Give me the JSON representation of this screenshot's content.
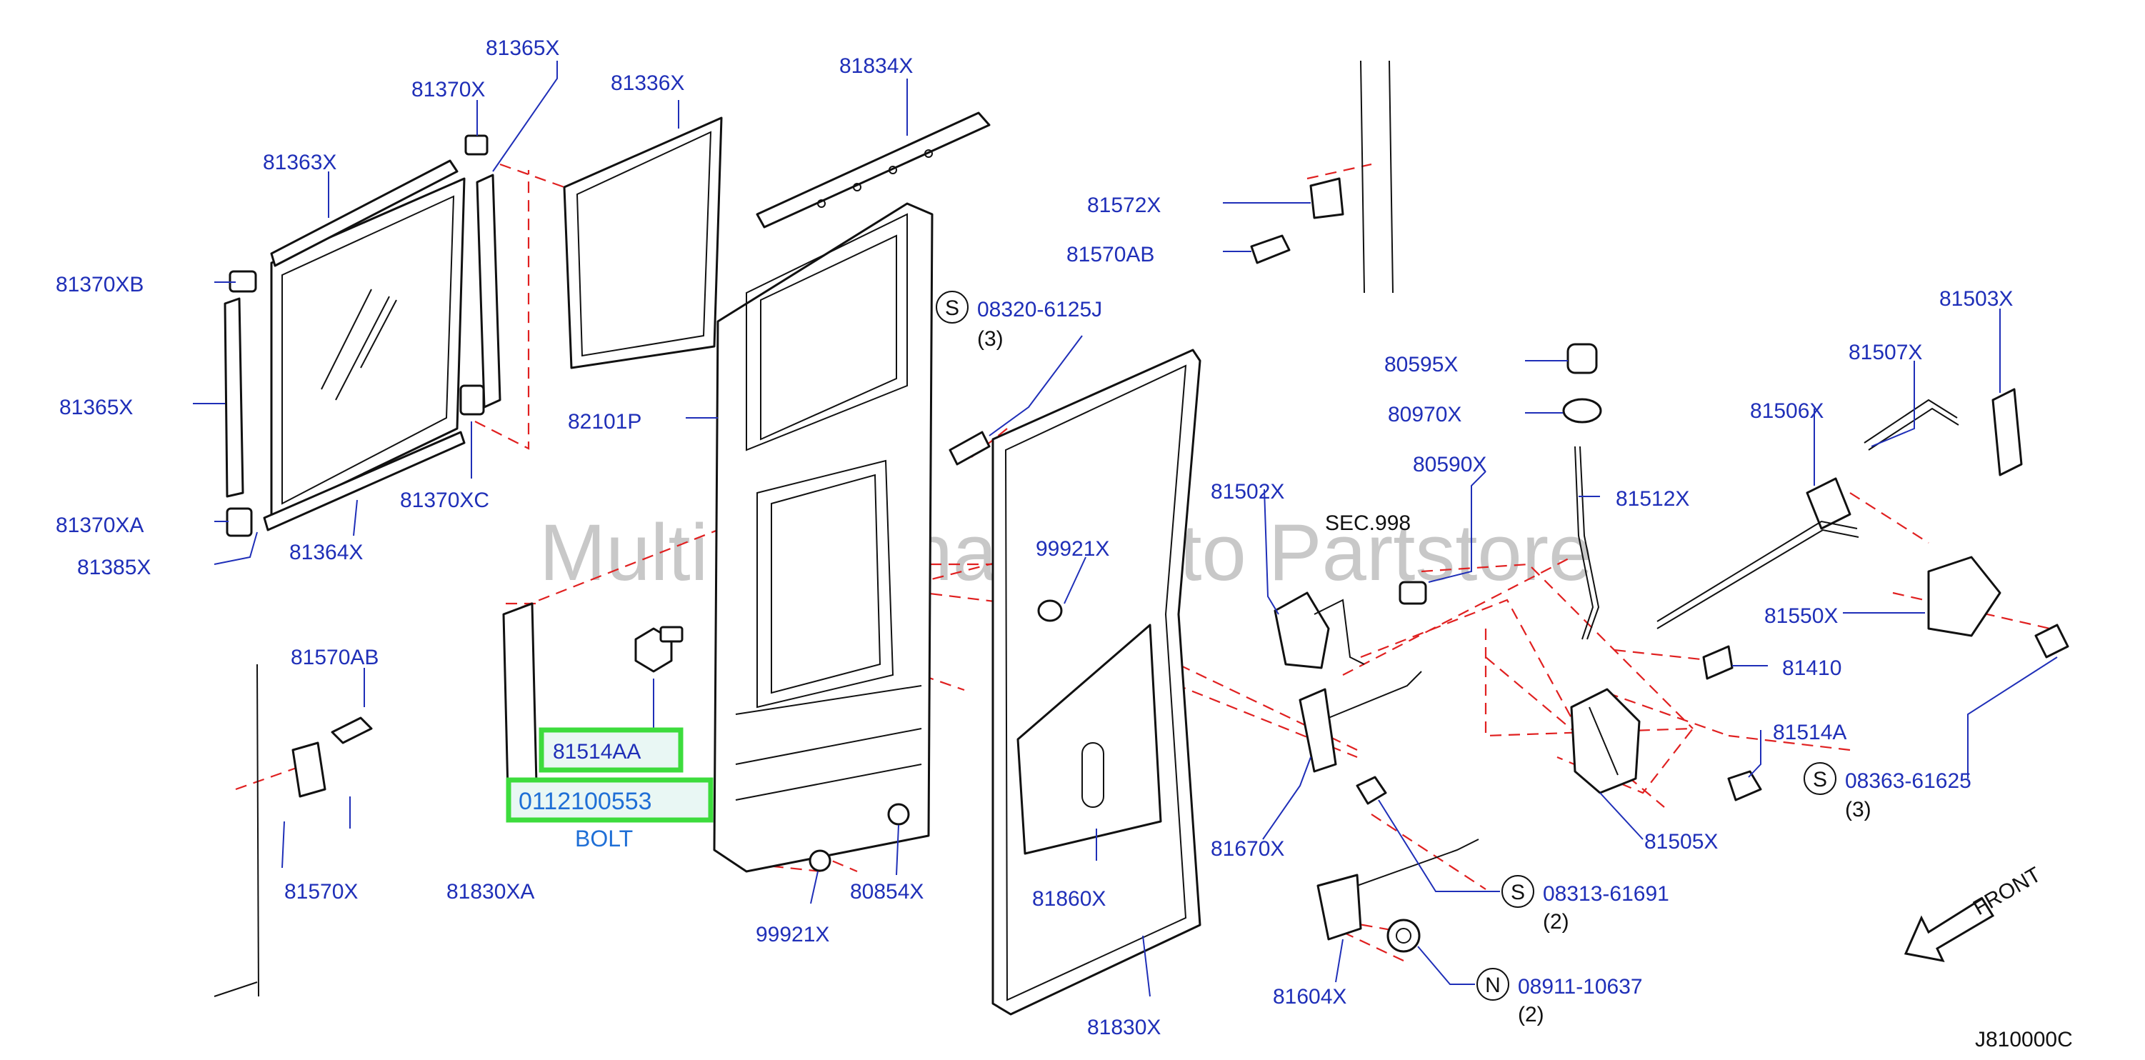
{
  "watermark": "Multi Merchant Auto Partstore",
  "diagram_ref": "J810000C",
  "front_label": "FRONT",
  "section_ref": "SEC.998",
  "highlight": {
    "part": "81514AA",
    "number": "0112100553",
    "desc": "BOLT"
  },
  "parts": {
    "p81365X_top": "81365X",
    "p81370X": "81370X",
    "p81336X": "81336X",
    "p81834X": "81834X",
    "p81363X": "81363X",
    "p81370XB": "81370XB",
    "p81365X": "81365X",
    "p81370XA": "81370XA",
    "p81385X": "81385X",
    "p81364X": "81364X",
    "p81370XC": "81370XC",
    "p82101P": "82101P",
    "p81572X": "81572X",
    "p81570AB_top": "81570AB",
    "p81570AB": "81570AB",
    "p81570X": "81570X",
    "p81830XA": "81830XA",
    "p99921X_mid": "99921X",
    "p99921X_bot": "99921X",
    "p80854X": "80854X",
    "p81860X": "81860X",
    "p81830X": "81830X",
    "p80595X": "80595X",
    "p80970X": "80970X",
    "p80590X": "80590X",
    "p81502X": "81502X",
    "p81512X": "81512X",
    "p81503X": "81503X",
    "p81507X": "81507X",
    "p81506X": "81506X",
    "p81550X": "81550X",
    "p81410": "81410",
    "p81514A": "81514A",
    "p81505X": "81505X",
    "p81670X": "81670X",
    "p81604X": "81604X"
  },
  "fasteners": [
    {
      "mark": "S",
      "part": "08320-6125J",
      "qty": "(3)"
    },
    {
      "mark": "S",
      "part": "08363-61625",
      "qty": "(3)"
    },
    {
      "mark": "S",
      "part": "08313-61691",
      "qty": "(2)"
    },
    {
      "mark": "N",
      "part": "08911-10637",
      "qty": "(2)"
    }
  ],
  "colors": {
    "label": "#1f2fb8",
    "leader": "#1f2fb8",
    "dashed": "#e02020",
    "highlight_box": "#3ddc3d",
    "highlight_text": "#1f6fd6"
  }
}
